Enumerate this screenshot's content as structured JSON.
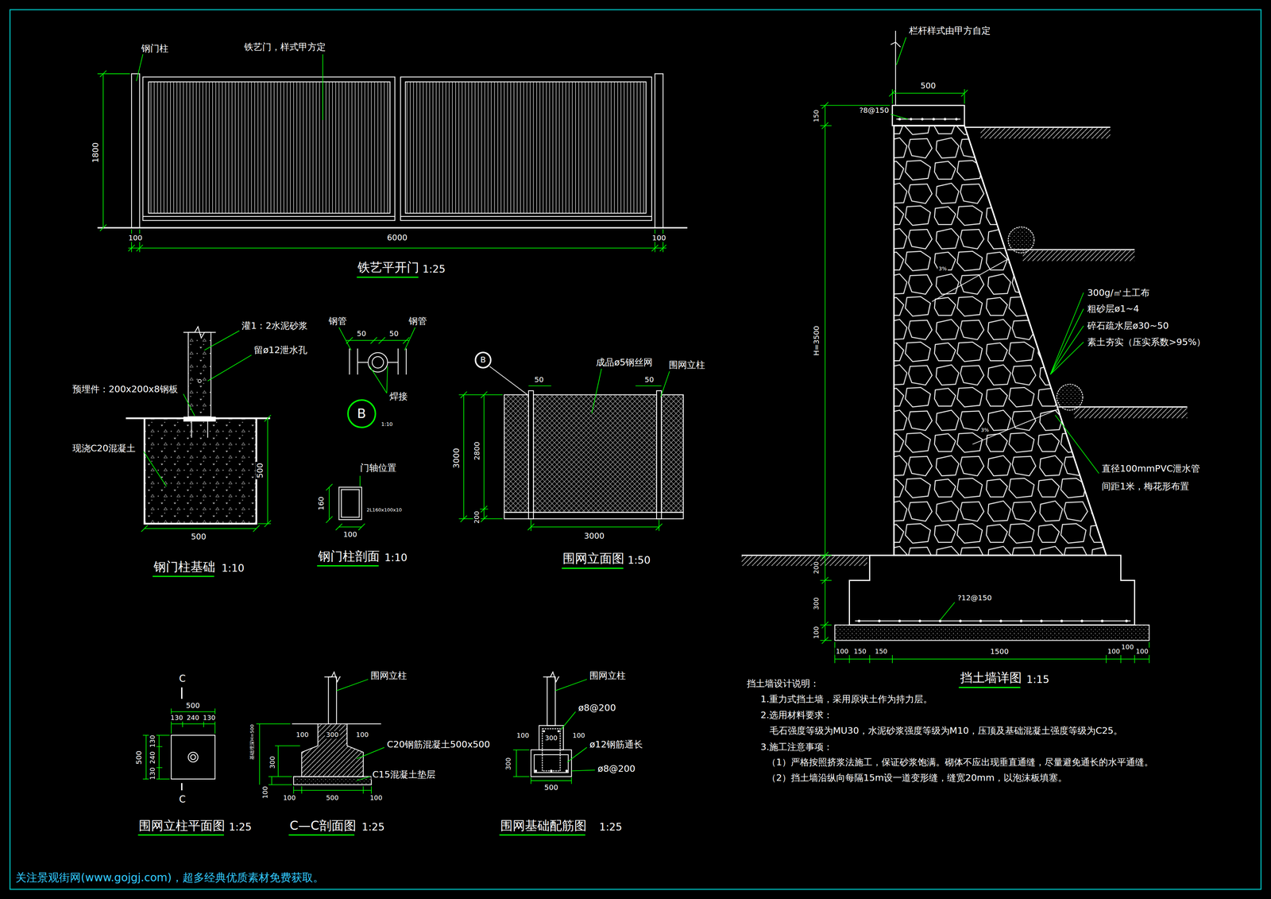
{
  "diagram": {
    "nodes": [
      {
        "text": [
          "B"
        ]
      },
      {
        "text": [
          "B"
        ]
      }
    ],
    "labels": [
      "钢门柱",
      "铁艺门，样式甲方定",
      "1800",
      "100",
      "6000",
      "100",
      "铁艺平开门",
      "1:25",
      "灌1：2水泥砂浆",
      "留ø12泄水孔",
      "预埋件：200x200x8钢板",
      "现浇C20混凝土",
      "500",
      "500",
      "钢门柱基础",
      "1:10",
      "钢管",
      "钢管",
      "50",
      "50",
      "焊接",
      "1:10",
      "门轴位置",
      "160",
      "2L160x100x10",
      "100",
      "钢门柱剖面",
      "1:10",
      "50",
      "成品ø5钢丝网",
      "50",
      "围网立柱",
      "3000",
      "2800",
      "200",
      "3000",
      "围网立面图",
      "1:50",
      "C",
      "C",
      "500",
      "130",
      "240",
      "130",
      "500",
      "130",
      "240",
      "130",
      "围网立柱平面图",
      "1:25",
      "围网立柱",
      "100",
      "300",
      "100",
      "C20钢筋混凝土500x500",
      "C15混凝土垫层",
      "基础埋深H=500",
      "300",
      "100",
      "100",
      "500",
      "100",
      "C—C剖面图",
      "1:25",
      "围网立柱",
      "ø8@200",
      "100",
      "300",
      "100",
      "ø12钢筋通长",
      "ø8@200",
      "300",
      "500",
      "围网基础配筋图",
      "1:25",
      "栏杆样式由甲方自定",
      "500",
      "?8@150",
      "150",
      "H=3500",
      "3%",
      "300g/㎡土工布",
      "粗砂层ø1~4",
      "碎石疏水层ø30~50",
      "素土夯实（压实系数>95%）",
      "3%",
      "直径100mmPVC泄水管",
      "间距1米，梅花形布置",
      "200",
      "300",
      "100",
      "?12@150",
      "100",
      "150",
      "150",
      "1500",
      "100",
      "100",
      "100",
      "挡土墙详图",
      "1:15",
      "挡土墙设计说明：",
      "1.重力式挡土墙，采用原状土作为持力层。",
      "2.选用材料要求：",
      "毛石强度等级为MU30，水泥砂浆强度等级为M10，压顶及基础混凝土强度等级为C25。",
      "3.施工注意事项：",
      "（1）严格按照挤浆法施工，保证砂浆饱满。砌体不应出现垂直通缝，尽量避免通长的水平通缝。",
      "（2）挡土墙沿纵向每隔15m设一道变形缝，缝宽20mm，以泡沫板填塞。",
      "关注景观街网(www.gojgj.com)，超多经典优质素材免费获取。"
    ]
  }
}
